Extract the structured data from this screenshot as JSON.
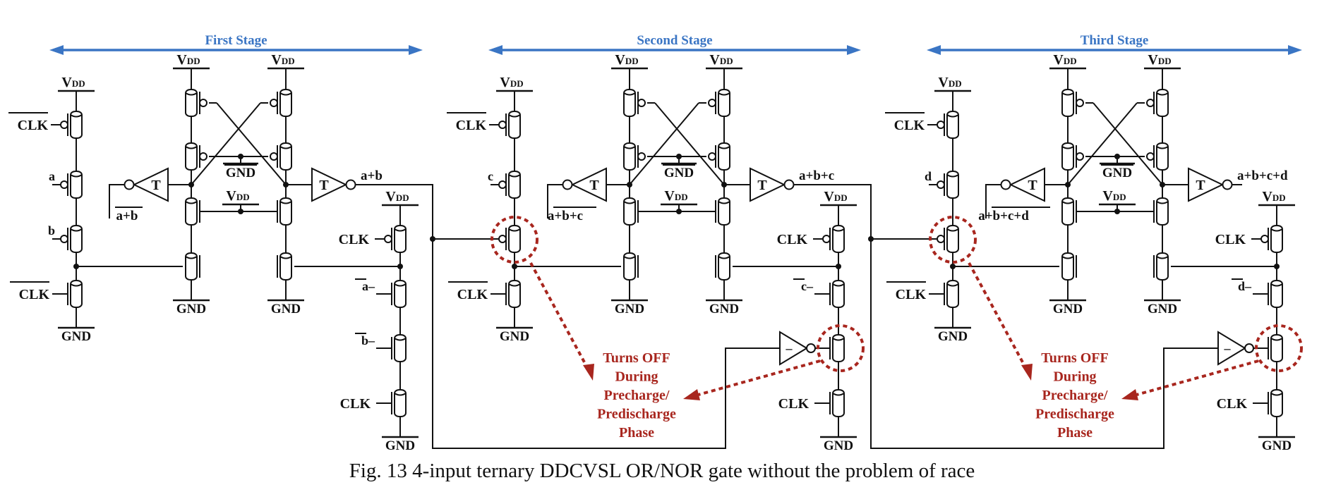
{
  "figure": {
    "caption": "Fig. 13 4-input ternary DDCVSL OR/NOR gate without the problem of race"
  },
  "colors": {
    "stage_accent": "#3a75c4",
    "annotation": "#a8261e",
    "ink": "#111111"
  },
  "supply": {
    "vdd_main": "V",
    "vdd_sub": "DD",
    "gnd": "GND"
  },
  "stages": [
    {
      "title": "First Stage",
      "inputs": [
        "a",
        "b"
      ],
      "clk_bar": "CLK",
      "clk": "CLK",
      "buffer_label": "T",
      "out_true": "a+b",
      "out_comp": "a+b",
      "comp_inputs": [
        "a",
        "b"
      ],
      "has_race_fix": false
    },
    {
      "title": "Second Stage",
      "inputs": [
        "c"
      ],
      "clk_bar": "CLK",
      "clk": "CLK",
      "buffer_label": "T",
      "out_true": "a+b+c",
      "out_comp": "a+b+c",
      "comp_inputs": [
        "c"
      ],
      "inverter_label": "–",
      "has_race_fix": true
    },
    {
      "title": "Third Stage",
      "inputs": [
        "d"
      ],
      "clk_bar": "CLK",
      "clk": "CLK",
      "buffer_label": "T",
      "out_true": "a+b+c+d",
      "out_comp": "a+b+c+d",
      "comp_inputs": [
        "d"
      ],
      "inverter_label": "–",
      "has_race_fix": true
    }
  ],
  "annotations": [
    {
      "lines": [
        "Turns OFF",
        "During",
        "Precharge/",
        "Predischarge",
        "Phase"
      ]
    },
    {
      "lines": [
        "Turns OFF",
        "During",
        "Precharge/",
        "Predischarge",
        "Phase"
      ]
    }
  ]
}
